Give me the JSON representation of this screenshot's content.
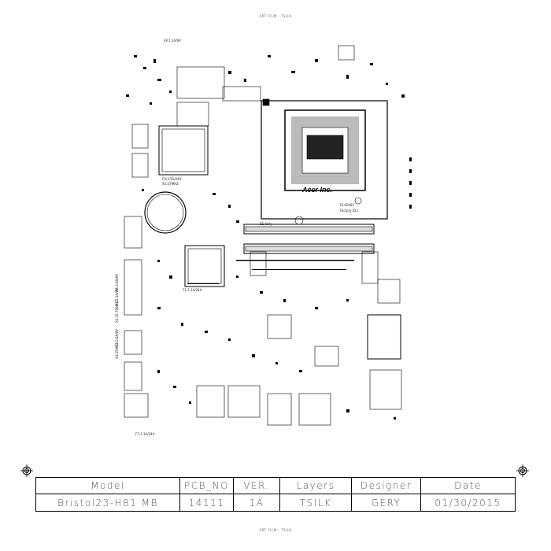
{
  "art_film_top": "ART FILM - TSILK",
  "art_film_bottom": "ART FILM - TSILK",
  "board": {
    "brand": "Acer Inc.",
    "ul_code": "E145463",
    "factory": "Factory ID:J",
    "silk_labels": [
      "F8:1.1A/6V",
      "F9:3.5A/24V",
      "F1:1.1A/24V",
      "F7:1.1A/24V",
      "F3:2.6A/6V",
      "F5:2.6A/6V",
      "X1:27MHZ",
      "X3:32.768KHZ",
      "X4:25MHZ",
      "F1:1.1A/6V",
      "EE-Only"
    ]
  },
  "title_block": {
    "headers": [
      "Model",
      "PCB_NO",
      "VER.",
      "Layers",
      "Designer",
      "Date"
    ],
    "values": [
      "Bristol23-H81 MB",
      "14111",
      "1A",
      "TSILK",
      "GERY",
      "01/30/2015"
    ]
  }
}
